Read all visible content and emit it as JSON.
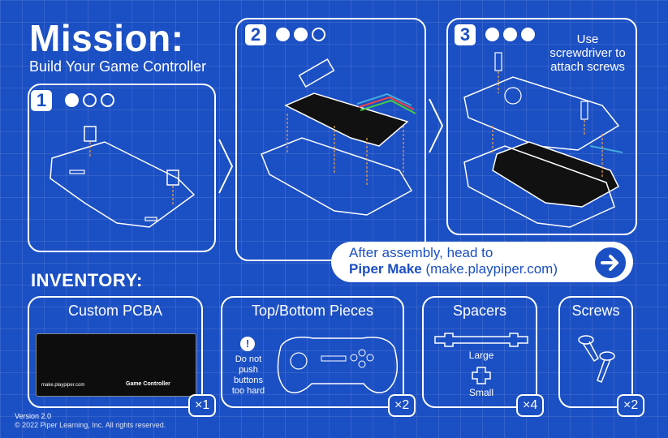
{
  "header": {
    "title": "Mission:",
    "subtitle": "Build Your Game Controller"
  },
  "steps": [
    {
      "number": "1",
      "filled_dots": 1
    },
    {
      "number": "2",
      "filled_dots": 2
    },
    {
      "number": "3",
      "filled_dots": 3
    }
  ],
  "step3_hint": "Use screwdriver to attach screws",
  "banner": {
    "line1": "After assembly, head to",
    "line2_bold": "Piper Make",
    "line2_rest": " (make.playpiper.com)"
  },
  "inventory": {
    "title": "INVENTORY:",
    "items": [
      {
        "label": "Custom PCBA",
        "count": "×1",
        "board_text": "make.playpiper.com",
        "board_label": "Game Controller"
      },
      {
        "label": "Top/Bottom Pieces",
        "count": "×2",
        "warning": "Do not push buttons too hard"
      },
      {
        "label": "Spacers",
        "count": "×4",
        "sizes": [
          "Large",
          "Small"
        ]
      },
      {
        "label": "Screws",
        "count": "×2"
      }
    ]
  },
  "footer": {
    "version": "Version 2.0",
    "copyright": "© 2022 Piper Learning, Inc. All rights reserved."
  },
  "colors": {
    "background": "#1b4fc4",
    "line": "#ffffff",
    "orange": "#f0a04b"
  }
}
